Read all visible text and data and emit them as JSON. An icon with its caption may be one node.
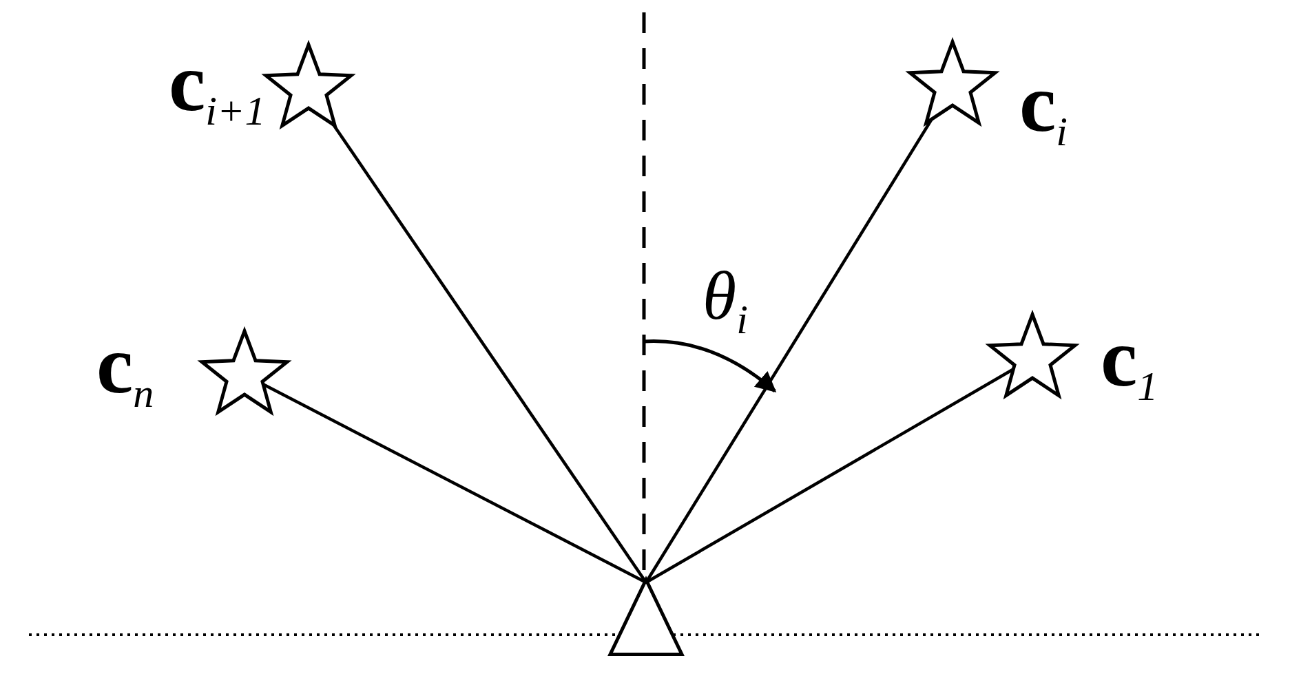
{
  "diagram": {
    "nodes": [
      {
        "text": [],
        "shape": "star",
        "beside": [
          "**c**$_{i+1}$"
        ]
      },
      {
        "text": [],
        "shape": "star",
        "beside": [
          "**c**$_{i}$"
        ]
      },
      {
        "text": [],
        "shape": "star",
        "beside": [
          "**c**$_{n}$"
        ]
      },
      {
        "text": [],
        "shape": "star",
        "beside": [
          "**c**$_{1}$"
        ]
      },
      {
        "text": [],
        "shape": "triangle"
      }
    ],
    "edges": [
      {
        "from": 4,
        "to": 0,
        "arrow": "none"
      },
      {
        "from": 4,
        "to": 1,
        "arrow": "none"
      },
      {
        "from": 4,
        "to": 2,
        "arrow": "none"
      },
      {
        "from": 4,
        "to": 3,
        "arrow": "none"
      }
    ],
    "labels": [
      "*θ*$_{i}$"
    ]
  }
}
